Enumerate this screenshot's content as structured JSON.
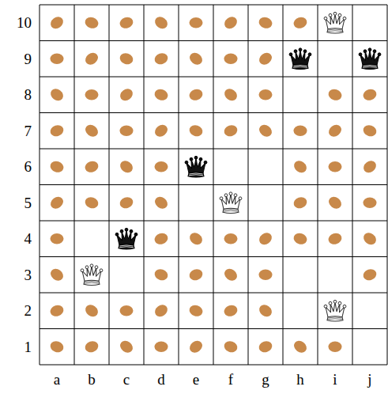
{
  "diagram": {
    "labels": [
      "10",
      "9",
      "8",
      "7",
      "6",
      "5",
      "4",
      "3",
      "2",
      "1",
      "a",
      "b",
      "c",
      "d",
      "e",
      "f",
      "g",
      "h",
      "i",
      "j"
    ]
  }
}
